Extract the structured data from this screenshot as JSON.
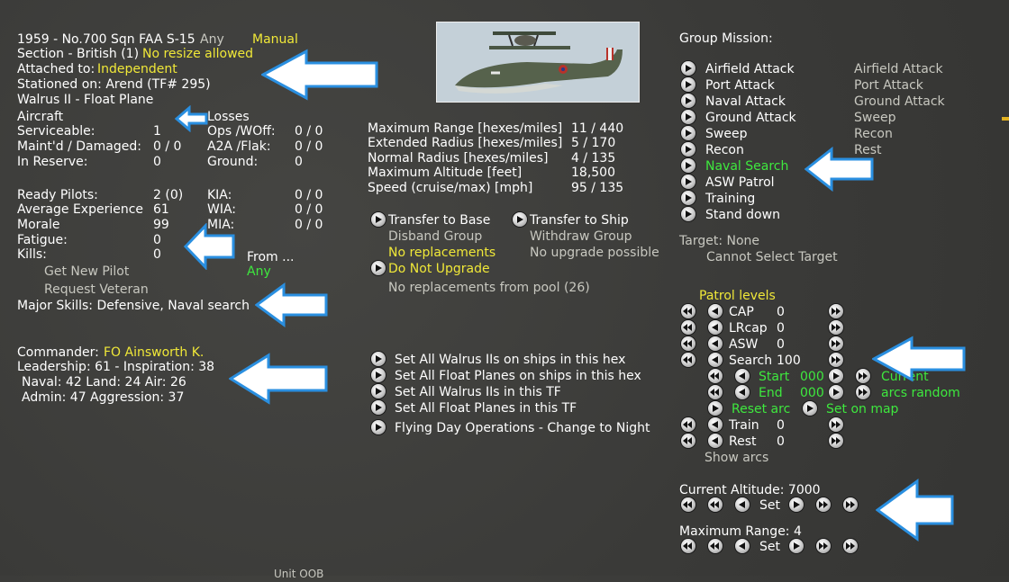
{
  "header": {
    "unit_name": "1959 - No.700 Sqn FAA S-15",
    "any_label": "Any",
    "manual_label": "Manual",
    "section": "Section - British (1)",
    "no_resize": "No resize allowed",
    "attached_label": "Attached to:",
    "attached_value": "Independent",
    "stationed": "Stationed on: Arend (TF# 295)",
    "aircraft_type": "Walrus II - Float Plane"
  },
  "aircraft": {
    "title": "Aircraft",
    "rows": [
      {
        "label": "Serviceable:",
        "value": "1"
      },
      {
        "label": "Maint'd / Damaged:",
        "value": "0 / 0"
      },
      {
        "label": "In Reserve:",
        "value": "0"
      }
    ]
  },
  "losses": {
    "title": "Losses",
    "rows": [
      {
        "label": "Ops /WOff:",
        "value": "0 / 0"
      },
      {
        "label": "A2A /Flak:",
        "value": "0 / 0"
      },
      {
        "label": "Ground:",
        "value": "0"
      }
    ]
  },
  "pilots": {
    "rows": [
      {
        "label": "Ready Pilots:",
        "value": "2 (0)"
      },
      {
        "label": "Average Experience",
        "value": "61"
      },
      {
        "label": "Morale",
        "value": "99"
      },
      {
        "label": "Fatigue:",
        "value": "0"
      },
      {
        "label": "Kills:",
        "value": "0"
      }
    ],
    "casualties": [
      {
        "label": "KIA:",
        "value": "0 / 0"
      },
      {
        "label": "WIA:",
        "value": "0 / 0"
      },
      {
        "label": "MIA:",
        "value": "0 / 0"
      }
    ],
    "get_new_pilot": "Get New Pilot",
    "request_veteran": "Request Veteran",
    "from_label": "From ...",
    "from_value": "Any",
    "major_skills": "Major Skills: Defensive, Naval search"
  },
  "commander": {
    "label": "Commander:",
    "name": "FO Ainsworth K.",
    "leadership": "Leadership: 61 - Inspiration: 38",
    "naval_land_air": "Naval:  42  Land:  24  Air:  26",
    "admin_aggr": "Admin:  47  Aggression:  37"
  },
  "stats": {
    "rows": [
      {
        "label": "Maximum Range [hexes/miles]",
        "value": "11 / 440"
      },
      {
        "label": "Extended Radius [hexes/miles]",
        "value": "5 / 170"
      },
      {
        "label": "Normal Radius [hexes/miles]",
        "value": "4 / 135"
      },
      {
        "label": "Maximum Altitude [feet]",
        "value": "18,500"
      },
      {
        "label": "Speed (cruise/max) [mph]",
        "value": "95 / 135"
      }
    ]
  },
  "transfer": {
    "to_base": "Transfer to Base",
    "to_ship": "Transfer to Ship",
    "disband": "Disband Group",
    "withdraw": "Withdraw Group",
    "no_replacements": "No replacements",
    "no_upgrade_possible": "No upgrade possible",
    "do_not_upgrade": "Do Not Upgrade",
    "no_replacements_pool": "No replacements from pool (26)"
  },
  "set_all": [
    "Set All Walrus IIs on ships in this hex",
    "Set All Float Planes on ships in this hex",
    "Set All Walrus IIs in this TF",
    "Set All Float Planes in this TF",
    "Flying Day Operations - Change to Night"
  ],
  "mission": {
    "title": "Group Mission:",
    "items": [
      "Airfield Attack",
      "Port Attack",
      "Naval Attack",
      "Ground Attack",
      "Sweep",
      "Recon",
      "Naval Search",
      "ASW Patrol",
      "Training",
      "Stand down"
    ],
    "right_items": [
      "Airfield Attack",
      "Port Attack",
      "Ground Attack",
      "Sweep",
      "Recon",
      "Rest"
    ],
    "target": "Target: None",
    "cannot_select": "Cannot Select Target"
  },
  "patrol": {
    "title": "Patrol levels",
    "rows": [
      {
        "label": "CAP",
        "value": "0"
      },
      {
        "label": "LRcap",
        "value": "0"
      },
      {
        "label": "ASW",
        "value": "0"
      },
      {
        "label": "Search",
        "value": "100"
      }
    ],
    "start_label": "Start",
    "start_value": "000",
    "end_label": "End",
    "end_value": "000",
    "current": "Current",
    "arcs_random": "arcs random",
    "reset_arc": "Reset arc",
    "set_on_map": "Set on map",
    "train_label": "Train",
    "train_value": "0",
    "rest_label": "Rest",
    "rest_value": "0",
    "show_arcs": "Show arcs"
  },
  "altitude": {
    "current": "Current Altitude: 7000",
    "set": "Set",
    "max_range": "Maximum Range: 4"
  },
  "footer": {
    "unit_oob": "Unit OOB"
  },
  "colors": {
    "background": "#3d3d3b",
    "yellow": "#f0e838",
    "green": "#3ee83e",
    "arrow": "#2a8fe0"
  }
}
